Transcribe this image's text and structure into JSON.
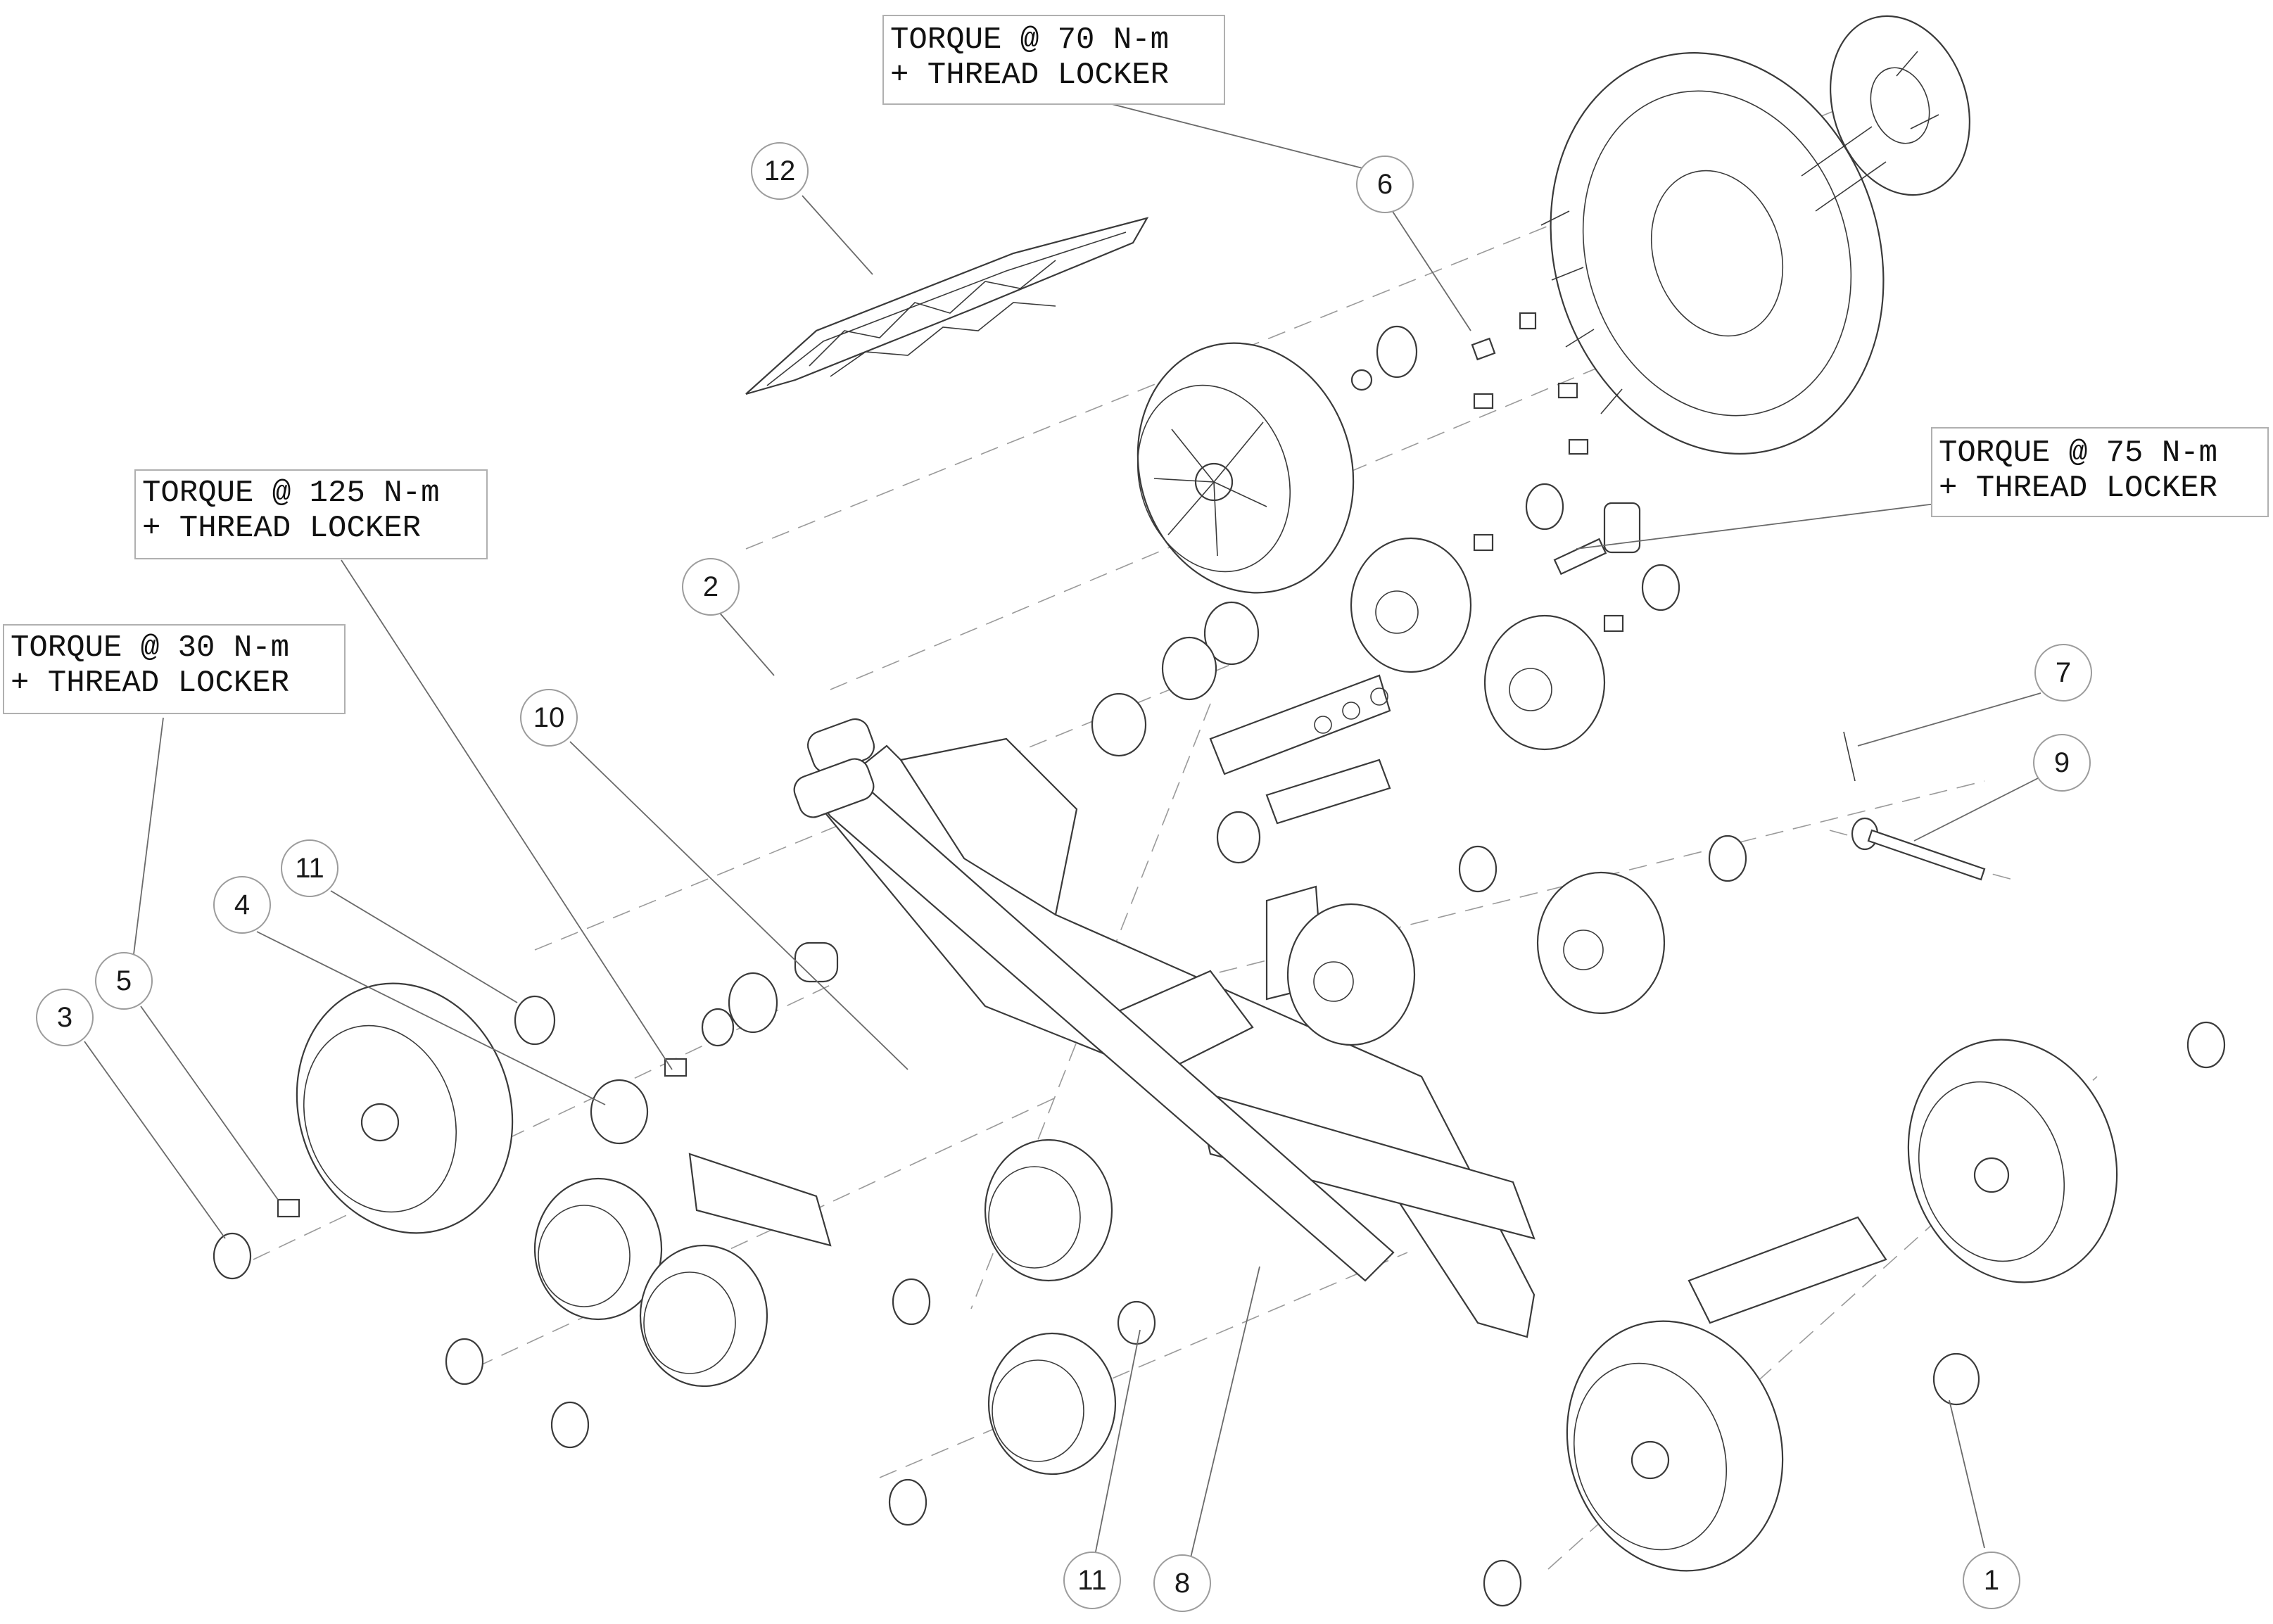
{
  "torque_notes": [
    {
      "id": "torque-70",
      "line1": "TORQUE @ 70 N-m",
      "line2": "+ THREAD LOCKER"
    },
    {
      "id": "torque-75",
      "line1": "TORQUE @ 75 N-m",
      "line2": "+ THREAD LOCKER"
    },
    {
      "id": "torque-125",
      "line1": "TORQUE @ 125 N-m",
      "line2": "+ THREAD LOCKER"
    },
    {
      "id": "torque-30",
      "line1": "TORQUE @ 30 N-m",
      "line2": "+ THREAD LOCKER"
    }
  ],
  "callouts": [
    "12",
    "6",
    "2",
    "10",
    "11",
    "4",
    "5",
    "3",
    "7",
    "9",
    "11",
    "8",
    "1"
  ]
}
